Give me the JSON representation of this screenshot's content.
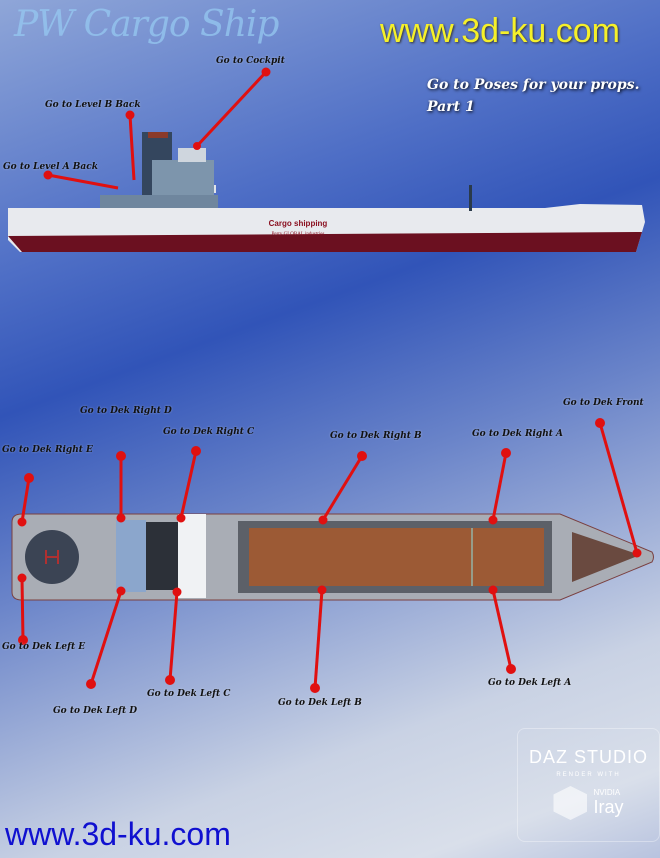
{
  "title": "PW Cargo Ship",
  "watermark": "www.3d-ku.com",
  "instructions": {
    "line1": "Go to Poses for your props.",
    "line2": "Part 1"
  },
  "hull_text": {
    "main": "Cargo shipping",
    "sub": "Perry GLOBAL industries"
  },
  "side_labels": {
    "cockpit": "Go to Cockpit",
    "level_b_back": "Go to Level B Back",
    "level_a_back": "Go to Level A Back"
  },
  "top_labels": {
    "front": "Go to Dek Front",
    "right_a": "Go to Dek Right A",
    "right_b": "Go to Dek Right B",
    "right_c": "Go to Dek Right C",
    "right_d": "Go to Dek Right D",
    "right_e": "Go to Dek Right E",
    "left_a": "Go to Dek Left A",
    "left_b": "Go to Dek Left B",
    "left_c": "Go to Dek Left C",
    "left_d": "Go to Dek Left D",
    "left_e": "Go to Dek Left E"
  },
  "badge": {
    "daz": "DAZ STUDIO",
    "render_with": "RENDER WITH",
    "nvidia": "NVIDIA",
    "iray": "Iray"
  },
  "colors": {
    "pointer": "#e01010",
    "watermark_top": "#f5f02a",
    "watermark_bottom": "#1010d0"
  }
}
